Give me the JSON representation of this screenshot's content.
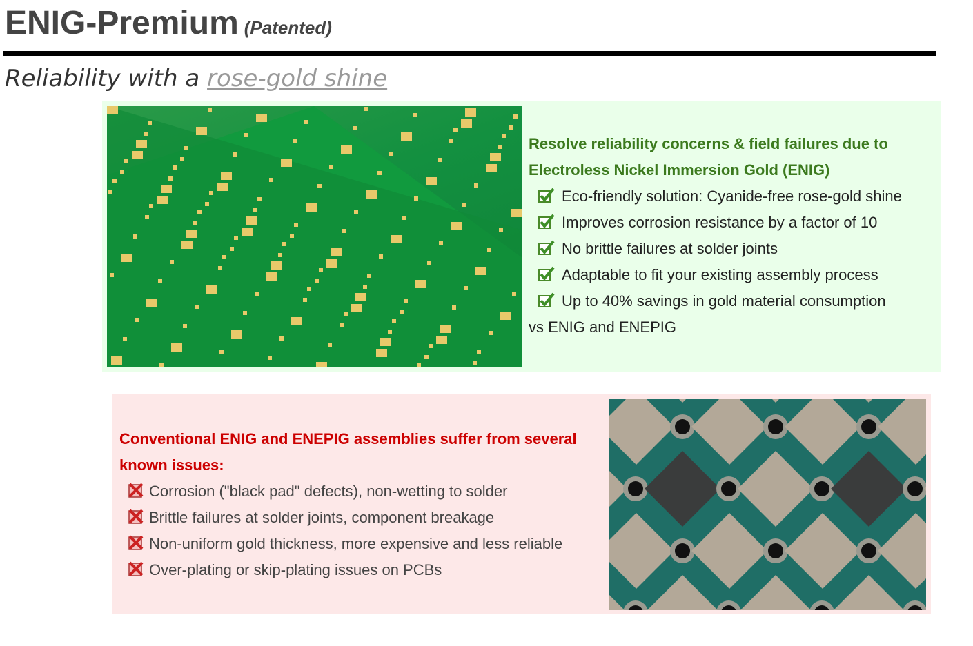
{
  "title": "ENIG-Premium",
  "patented": "(Patented)",
  "subtitle_prefix": "Reliability with a ",
  "subtitle_link": "rose-gold shine",
  "benefits": {
    "heading": "Resolve reliability concerns & field failures due to Electroless Nickel Immersion Gold (ENIG)",
    "items": [
      "Eco-friendly solution: Cyanide-free rose-gold shine",
      "Improves corrosion resistance by a factor of 10",
      "No brittle failures at solder joints",
      "Adaptable to fit your existing assembly process",
      "Up to 40% savings in gold material consumption"
    ],
    "tail": "vs ENIG and ENEPIG"
  },
  "issues": {
    "heading": "Conventional ENIG and ENEPIG assemblies suffer from several known issues:",
    "items": [
      "Corrosion (\"black pad\" defects), non-wetting to solder",
      "Brittle failures at solder joints, component breakage",
      "Non-uniform gold thickness, more expensive and less reliable",
      "Over-plating or skip-plating issues on PCBs"
    ]
  },
  "colors": {
    "green_heading": "#3c7a1e",
    "red_heading": "#cc0000"
  }
}
